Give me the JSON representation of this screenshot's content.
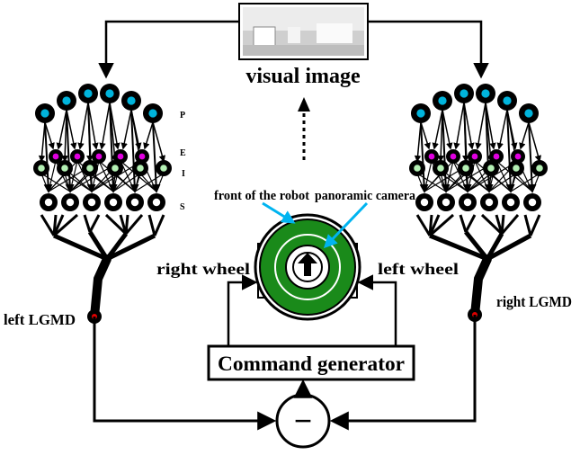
{
  "labels": {
    "visual_image": "visual image",
    "front_of_robot": "front of the robot",
    "panoramic_camera": "panoramic camera",
    "right_wheel": "right wheel",
    "left_wheel": "left wheel",
    "left_lgmd": "left LGMD",
    "right_lgmd": "right LGMD",
    "command_generator": "Command generator",
    "comparator_symbol": "−"
  },
  "layer_labels": {
    "p": "P",
    "e": "E",
    "i": "I",
    "s": "S"
  },
  "colors": {
    "p_cell_center": "#00b4dc",
    "e_cell_center": "#e000e0",
    "i_cell_center": "#b4f0b4",
    "s_cell_center": "#ffffff",
    "robot_body": "#1a8a1a",
    "pointer_arrow": "#00b4f0",
    "lgmd_dot": "#e00000",
    "e_label": "#b000b0",
    "i_label": "#00a000"
  },
  "icons": [
    "robot-top-view-icon",
    "up-arrow-icon",
    "camera-photo-icon"
  ]
}
